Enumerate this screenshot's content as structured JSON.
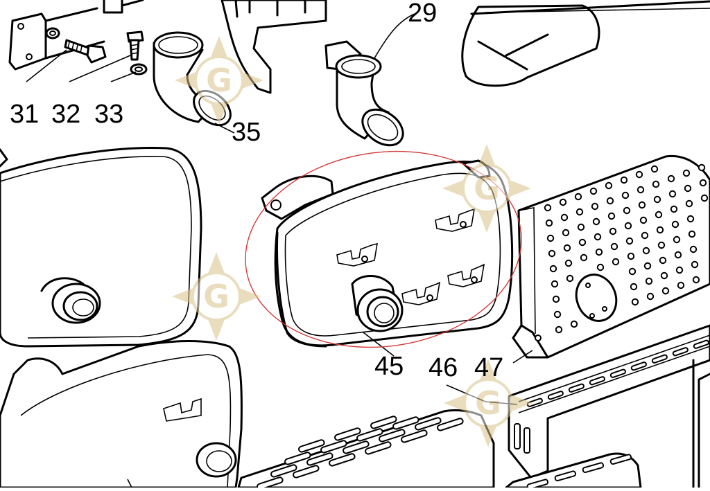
{
  "callouts": {
    "n29": "29",
    "n31": "31",
    "n32": "32",
    "n33": "33",
    "n35": "35",
    "n45": "45",
    "n46": "46",
    "n47": "47"
  },
  "highlight": {
    "color": "#d23a3a",
    "target": "45"
  },
  "watermark": {
    "letter": "G",
    "color": "#d9c28a"
  }
}
